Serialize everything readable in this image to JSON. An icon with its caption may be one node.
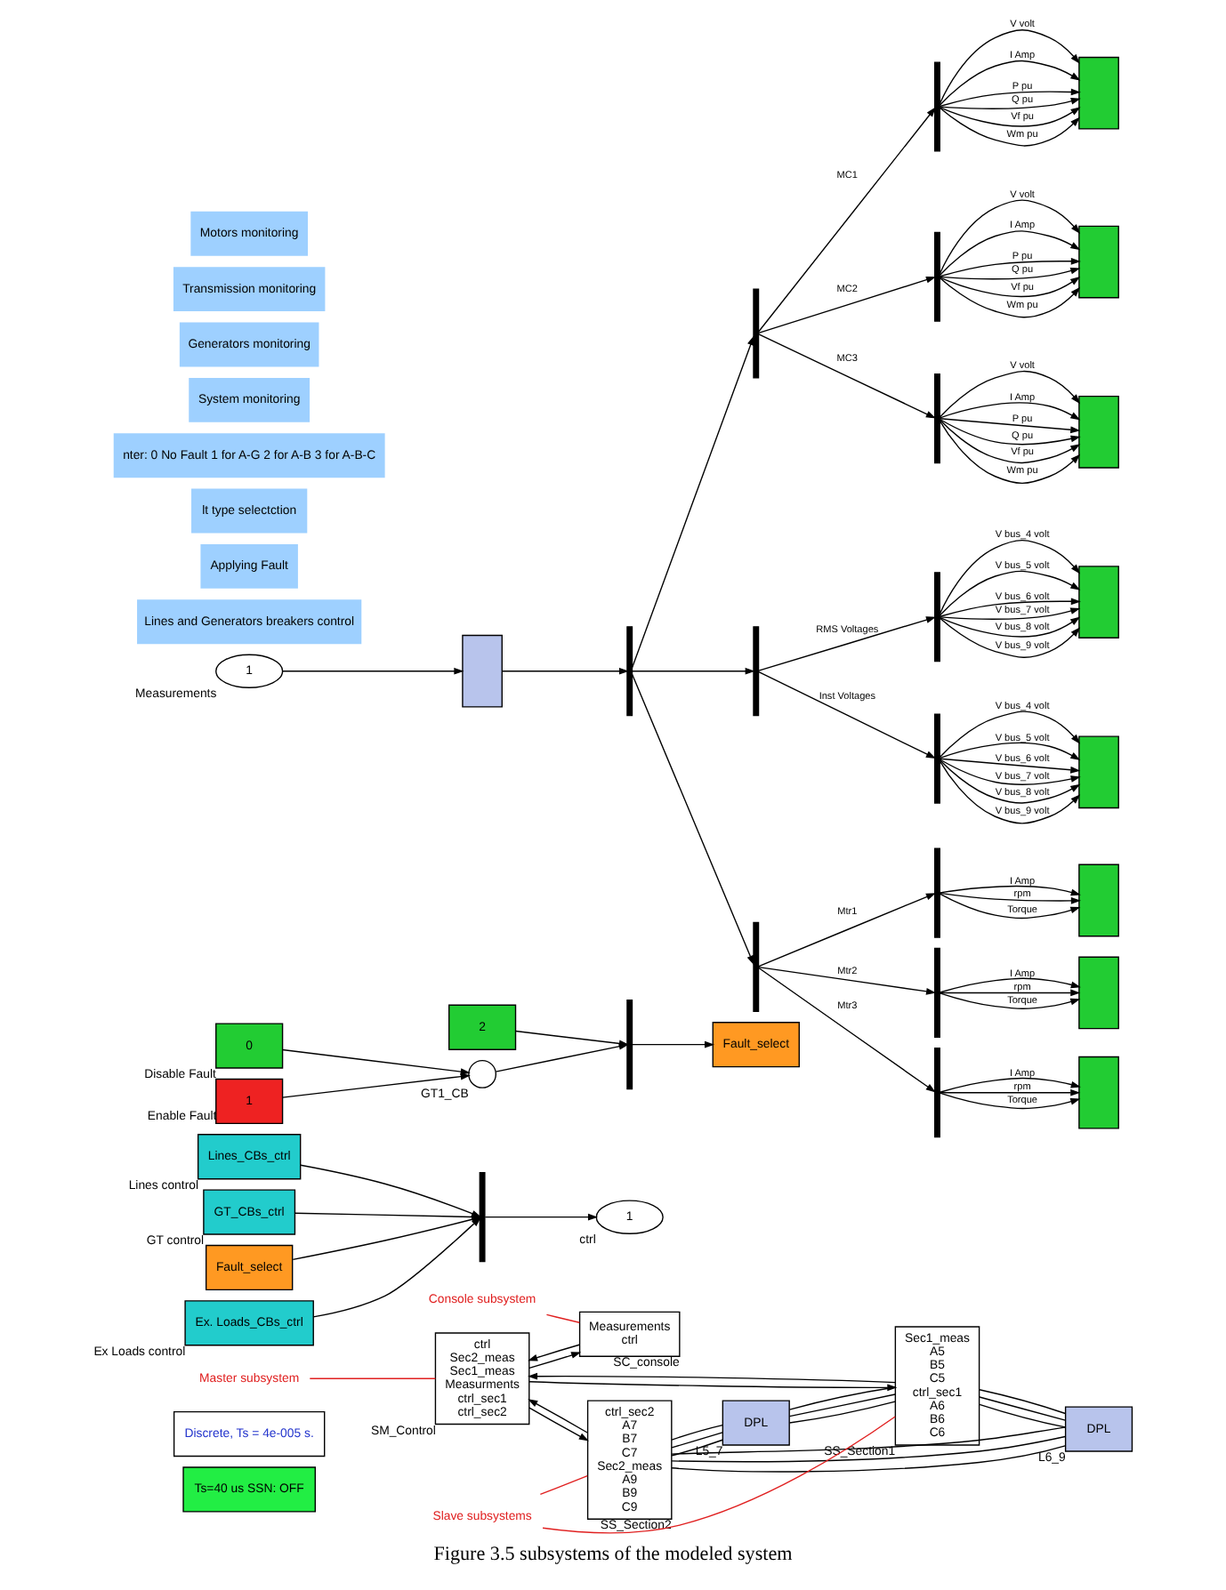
{
  "diagram": {
    "caption": "Figure 3.5 subsystems of the modeled system",
    "nodes": [
      {
        "text": [
          "Ts=40 us SSN: OFF"
        ]
      },
      {
        "text": [
          "Discrete, Ts = 4e-005 s."
        ]
      },
      {
        "text": [
          "ctrl",
          "Sec2_meas",
          "Sec1_meas",
          "Measurments",
          "ctrl_sec1",
          "ctrl_sec2"
        ],
        "beside": [
          "SM_Control"
        ]
      },
      {
        "text": [
          "Measurements",
          "ctrl"
        ],
        "beside": [
          "SC_console"
        ]
      },
      {
        "text": [
          "ctrl_sec2",
          "A7",
          "B7",
          "C7",
          "Sec2_meas",
          "A9",
          "B9",
          "C9"
        ],
        "beside": [
          "SS_Section2"
        ]
      },
      {
        "text": [
          "Sec1_meas",
          "A5",
          "B5",
          "C5",
          "ctrl_sec1",
          "A6",
          "B6",
          "C6"
        ],
        "beside": [
          "SS_Section1"
        ]
      },
      {
        "text": [
          "DPL"
        ],
        "beside": [
          "L5_7"
        ]
      },
      {
        "text": [
          "DPL"
        ],
        "beside": [
          "L6_9"
        ]
      },
      {
        "text": [
          "Master subsystem"
        ]
      },
      {
        "text": [
          "Console subsystem"
        ]
      },
      {
        "text": [
          "Slave subsystems"
        ]
      },
      {
        "text": [
          "Lines_CBs_ctrl"
        ],
        "beside": [
          "Lines control"
        ]
      },
      {
        "text": [
          "GT_CBs_ctrl"
        ],
        "beside": [
          "GT control"
        ]
      },
      {
        "text": [
          "Fault_select"
        ]
      },
      {
        "text": [
          "Ex. Loads_CBs_ctrl"
        ],
        "beside": [
          "Ex Loads control"
        ]
      },
      {
        "text": [],
        "shape": "bar"
      },
      {
        "text": [
          "1"
        ],
        "beside": [
          "ctrl"
        ]
      },
      {
        "text": [
          "2"
        ]
      },
      {
        "text": [
          "0"
        ],
        "beside": [
          "Disable Fault"
        ]
      },
      {
        "text": [
          "1"
        ],
        "beside": [
          "Enable Fault"
        ]
      },
      {
        "text": [],
        "shape": "switch",
        "beside": [
          "GT1_CB"
        ]
      },
      {
        "text": [],
        "shape": "bar"
      },
      {
        "text": [
          "Fault_select"
        ]
      },
      {
        "text": [
          "1"
        ],
        "beside": [
          "Measurements"
        ]
      },
      {
        "text": [],
        "shape": "box"
      },
      {
        "text": [],
        "shape": "bar"
      },
      {
        "text": [],
        "shape": "bar"
      },
      {
        "text": [],
        "shape": "bar"
      },
      {
        "text": [],
        "shape": "bar"
      },
      {
        "text": [],
        "shape": "bar"
      },
      {
        "text": [],
        "shape": "box"
      },
      {
        "text": [],
        "shape": "box"
      },
      {
        "text": [],
        "shape": "box"
      },
      {
        "text": [],
        "shape": "bar"
      },
      {
        "text": [],
        "shape": "bar"
      },
      {
        "text": [],
        "shape": "bar"
      },
      {
        "text": [],
        "shape": "box"
      },
      {
        "text": [],
        "shape": "box"
      },
      {
        "text": [],
        "shape": "bar"
      },
      {
        "text": [],
        "shape": "bar"
      },
      {
        "text": [],
        "shape": "bar"
      },
      {
        "text": [],
        "shape": "bar"
      },
      {
        "text": [],
        "shape": "box"
      },
      {
        "text": [],
        "shape": "box"
      },
      {
        "text": [],
        "shape": "box"
      }
    ],
    "edges": [
      {
        "from": 2,
        "to": 3,
        "arrow": "to"
      },
      {
        "from": 3,
        "to": 2,
        "arrow": "to"
      },
      {
        "from": 4,
        "to": 2,
        "arrow": "to"
      },
      {
        "from": 5,
        "to": 2,
        "arrow": "to"
      },
      {
        "from": 2,
        "to": 5,
        "arrow": "to"
      },
      {
        "from": 2,
        "to": 4,
        "arrow": "to"
      },
      {
        "from": 4,
        "to": 6,
        "arrow": "none"
      },
      {
        "from": 4,
        "to": 6,
        "arrow": "none"
      },
      {
        "from": 4,
        "to": 6,
        "arrow": "none"
      },
      {
        "from": 4,
        "to": 7,
        "arrow": "none"
      },
      {
        "from": 4,
        "to": 7,
        "arrow": "none"
      },
      {
        "from": 4,
        "to": 7,
        "arrow": "none"
      },
      {
        "from": 6,
        "to": 5,
        "arrow": "none"
      },
      {
        "from": 6,
        "to": 5,
        "arrow": "none"
      },
      {
        "from": 6,
        "to": 5,
        "arrow": "none"
      },
      {
        "from": 5,
        "to": 7,
        "arrow": "none"
      },
      {
        "from": 5,
        "to": 7,
        "arrow": "none"
      },
      {
        "from": 5,
        "to": 7,
        "arrow": "none"
      },
      {
        "from": 8,
        "to": 2,
        "arrow": "none",
        "color": "#e02020"
      },
      {
        "from": 9,
        "to": 3,
        "arrow": "none",
        "color": "#e02020"
      },
      {
        "from": 10,
        "to": 4,
        "arrow": "none",
        "color": "#e02020"
      },
      {
        "from": 10,
        "to": 5,
        "arrow": "none",
        "color": "#e02020"
      },
      {
        "from": 11,
        "to": 15,
        "arrow": "to"
      },
      {
        "from": 12,
        "to": 15,
        "arrow": "to"
      },
      {
        "from": 13,
        "to": 15,
        "arrow": "to"
      },
      {
        "from": 14,
        "to": 15,
        "arrow": "to"
      },
      {
        "from": 15,
        "to": 16,
        "arrow": "to"
      },
      {
        "from": 17,
        "to": 21,
        "arrow": "to"
      },
      {
        "from": 18,
        "to": 20,
        "arrow": "to"
      },
      {
        "from": 19,
        "to": 20,
        "arrow": "to"
      },
      {
        "from": 20,
        "to": 21,
        "arrow": "to"
      },
      {
        "from": 21,
        "to": 22,
        "arrow": "to"
      },
      {
        "from": 23,
        "to": 24,
        "arrow": "to"
      },
      {
        "from": 24,
        "to": 25,
        "arrow": "to"
      },
      {
        "from": 25,
        "to": 26,
        "arrow": "to"
      },
      {
        "from": 25,
        "to": 33,
        "arrow": "to"
      },
      {
        "from": 25,
        "to": 38,
        "arrow": "to"
      },
      {
        "from": 26,
        "to": 27,
        "label": "MC1",
        "arrow": "to"
      },
      {
        "from": 26,
        "to": 28,
        "label": "MC2",
        "arrow": "to"
      },
      {
        "from": 26,
        "to": 29,
        "label": "MC3",
        "arrow": "to"
      },
      {
        "from": 27,
        "to": 30,
        "label": "V volt",
        "arrow": "to"
      },
      {
        "from": 27,
        "to": 30,
        "label": "I Amp",
        "arrow": "to"
      },
      {
        "from": 27,
        "to": 30,
        "label": "P pu",
        "arrow": "to"
      },
      {
        "from": 27,
        "to": 30,
        "label": "Q pu",
        "arrow": "to"
      },
      {
        "from": 27,
        "to": 30,
        "label": "Vf pu",
        "arrow": "to"
      },
      {
        "from": 27,
        "to": 30,
        "label": "Wm pu",
        "arrow": "to"
      },
      {
        "from": 28,
        "to": 31,
        "label": "V volt",
        "arrow": "to"
      },
      {
        "from": 28,
        "to": 31,
        "label": "I Amp",
        "arrow": "to"
      },
      {
        "from": 28,
        "to": 31,
        "label": "P pu",
        "arrow": "to"
      },
      {
        "from": 28,
        "to": 31,
        "label": "Q pu",
        "arrow": "to"
      },
      {
        "from": 28,
        "to": 31,
        "label": "Vf pu",
        "arrow": "to"
      },
      {
        "from": 28,
        "to": 31,
        "label": "Wm pu",
        "arrow": "to"
      },
      {
        "from": 29,
        "to": 32,
        "label": "V volt",
        "arrow": "to"
      },
      {
        "from": 29,
        "to": 32,
        "label": "I Amp",
        "arrow": "to"
      },
      {
        "from": 29,
        "to": 32,
        "label": "P pu",
        "arrow": "to"
      },
      {
        "from": 29,
        "to": 32,
        "label": "Q pu",
        "arrow": "to"
      },
      {
        "from": 29,
        "to": 32,
        "label": "Vf pu",
        "arrow": "to"
      },
      {
        "from": 29,
        "to": 32,
        "label": "Wm pu",
        "arrow": "to"
      },
      {
        "from": 33,
        "to": 34,
        "label": "RMS Voltages",
        "arrow": "to"
      },
      {
        "from": 33,
        "to": 35,
        "label": "Inst Voltages",
        "arrow": "to"
      },
      {
        "from": 34,
        "to": 36,
        "label": "V bus_4 volt",
        "arrow": "to"
      },
      {
        "from": 34,
        "to": 36,
        "label": "V bus_5 volt",
        "arrow": "to"
      },
      {
        "from": 34,
        "to": 36,
        "label": "V bus_6 volt",
        "arrow": "to"
      },
      {
        "from": 34,
        "to": 36,
        "label": "V bus_7 volt",
        "arrow": "to"
      },
      {
        "from": 34,
        "to": 36,
        "label": "V bus_8 volt",
        "arrow": "to"
      },
      {
        "from": 34,
        "to": 36,
        "label": "V bus_9 volt",
        "arrow": "to"
      },
      {
        "from": 35,
        "to": 37,
        "label": "V bus_4 volt",
        "arrow": "to"
      },
      {
        "from": 35,
        "to": 37,
        "label": "V bus_5 volt",
        "arrow": "to"
      },
      {
        "from": 35,
        "to": 37,
        "label": "V bus_6 volt",
        "arrow": "to"
      },
      {
        "from": 35,
        "to": 37,
        "label": "V bus_7 volt",
        "arrow": "to"
      },
      {
        "from": 35,
        "to": 37,
        "label": "V bus_8 volt",
        "arrow": "to"
      },
      {
        "from": 35,
        "to": 37,
        "label": "V bus_9 volt",
        "arrow": "to"
      },
      {
        "from": 38,
        "to": 39,
        "label": "Mtr1",
        "arrow": "to"
      },
      {
        "from": 38,
        "to": 40,
        "label": "Mtr2",
        "arrow": "to"
      },
      {
        "from": 38,
        "to": 41,
        "label": "Mtr3",
        "arrow": "to"
      },
      {
        "from": 39,
        "to": 42,
        "label": "I Amp",
        "arrow": "to"
      },
      {
        "from": 39,
        "to": 42,
        "label": "rpm",
        "arrow": "to"
      },
      {
        "from": 39,
        "to": 42,
        "label": "Torque",
        "arrow": "to"
      },
      {
        "from": 40,
        "to": 43,
        "label": "I Amp",
        "arrow": "to"
      },
      {
        "from": 40,
        "to": 43,
        "label": "rpm",
        "arrow": "to"
      },
      {
        "from": 40,
        "to": 43,
        "label": "Torque",
        "arrow": "to"
      },
      {
        "from": 41,
        "to": 44,
        "label": "I Amp",
        "arrow": "to"
      },
      {
        "from": 41,
        "to": 44,
        "label": "rpm",
        "arrow": "to"
      },
      {
        "from": 41,
        "to": 44,
        "label": "Torque",
        "arrow": "to"
      }
    ],
    "labels": [
      "Lines and Generators breakers control",
      "Applying Fault",
      "lt type selectction",
      "nter: 0 No Fault 1 for A-G 2 for A-B 3 for A-B-C",
      "System monitoring",
      "Generators monitoring",
      "Transmission monitoring",
      "Motors monitoring"
    ]
  }
}
